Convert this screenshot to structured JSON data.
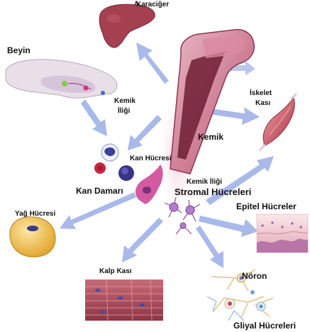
{
  "labels": {
    "liver": "Karaciğer",
    "brain": "Beyin",
    "bone_marrow_line1": "Kemik",
    "bone_marrow_line2": "İliği",
    "skeletal_muscle_line1": "İskelet",
    "skeletal_muscle_line2": "Kası",
    "bone": "Kemik",
    "blood_cell": "Kan Hücresi",
    "blood_vessel": "Kan Damarı",
    "stromal_line1": "Kemik İliği",
    "stromal_line2": "Stromal Hücreleri",
    "fat_cell": "Yağ Hücresi",
    "epithelial": "Epitel Hücreler",
    "cardiac": "Kalp Kası",
    "neuron": "Nöron",
    "glial": "Gliyal Hücreleri"
  },
  "colors": {
    "arrow": "#9fb2e6",
    "bone": "#a8415f",
    "marrow": "#5a1a2a",
    "liver": "#a4404f",
    "muscle": "#c24a5a",
    "fat": "#f3c24a",
    "brain": "#e6dde8",
    "stromal": "#a86cc0",
    "vessel": "#d35aa0"
  }
}
